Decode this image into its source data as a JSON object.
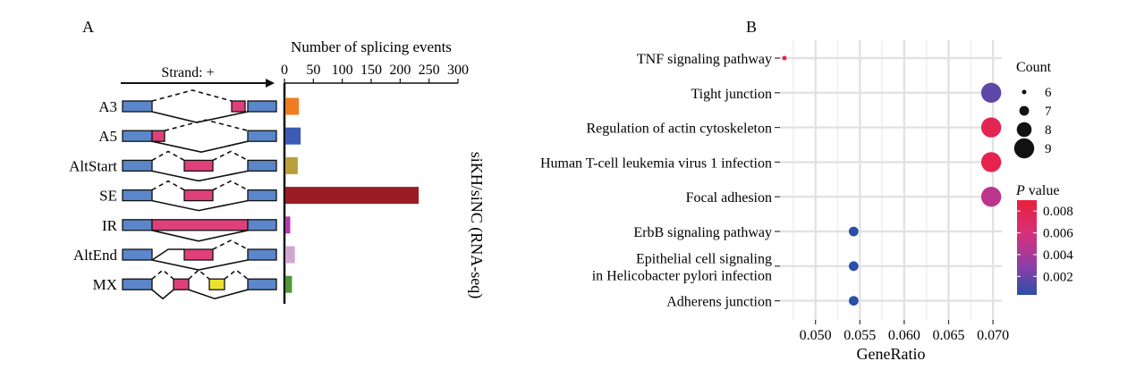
{
  "panels": {
    "a": "A",
    "b": "B"
  },
  "chart_data": [
    {
      "type": "bar",
      "orientation": "horizontal",
      "panel": "A",
      "title": "Number of splicing events",
      "ylabel": "siKH/siNC (RNA-seq)",
      "strand_label": "Strand: +",
      "categories": [
        "A3",
        "A5",
        "AltStart",
        "SE",
        "IR",
        "AltEnd",
        "MX"
      ],
      "values": [
        25,
        28,
        23,
        232,
        10,
        18,
        13
      ],
      "bar_colors": [
        "#ee7d22",
        "#3b5bb5",
        "#b8a038",
        "#9b1c24",
        "#b23bb0",
        "#d0a6cf",
        "#4e9838"
      ],
      "xticks": [
        "0",
        "50",
        "100",
        "150",
        "200",
        "250",
        "300"
      ],
      "xlim": [
        0,
        300
      ],
      "legend": "none"
    },
    {
      "type": "scatter",
      "panel": "B",
      "xlabel": "GeneRatio",
      "categories": [
        "TNF signaling pathway",
        "Tight junction",
        "Regulation of actin cytoskeleton",
        "Human T-cell leukemia virus 1 infection",
        "Focal adhesion",
        "ErbB signaling pathway",
        "Epithelial cell signaling in Helicobacter pylori infection",
        "Adherens junction"
      ],
      "category_lines": [
        [
          "TNF signaling pathway"
        ],
        [
          "Tight junction"
        ],
        [
          "Regulation of actin cytoskeleton"
        ],
        [
          "Human T-cell leukemia virus 1 infection"
        ],
        [
          "Focal adhesion"
        ],
        [
          "ErbB signaling pathway"
        ],
        [
          "Epithelial cell signaling",
          "in Helicobacter pylori infection"
        ],
        [
          "Adherens junction"
        ]
      ],
      "x": [
        0.0465,
        0.0698,
        0.0698,
        0.0698,
        0.0698,
        0.0543,
        0.0543,
        0.0543
      ],
      "count": [
        6,
        9,
        9,
        9,
        9,
        7,
        7,
        7
      ],
      "p_value": [
        0.0088,
        0.0018,
        0.008,
        0.0082,
        0.005,
        0.0003,
        0.0003,
        0.0003
      ],
      "xlim": [
        0.046,
        0.071
      ],
      "xticks": [
        "0.050",
        "0.055",
        "0.060",
        "0.065",
        "0.070"
      ],
      "grid": true,
      "legend_count": {
        "title": "Count",
        "labels": [
          "6",
          "7",
          "8",
          "9"
        ]
      },
      "legend_p": {
        "title_italic": "P",
        "title_rest": " value",
        "labels": [
          "0.008",
          "0.006",
          "0.004",
          "0.002"
        ]
      },
      "colormap": [
        "#2b4fa8",
        "#8b3fa8",
        "#d8307a",
        "#e8203a"
      ]
    }
  ]
}
